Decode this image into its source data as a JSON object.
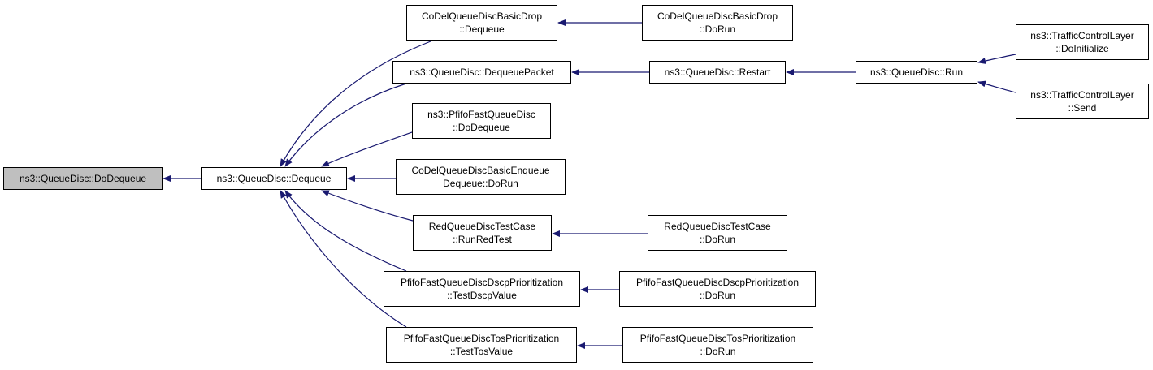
{
  "colors": {
    "edge": "#191970",
    "node_border": "#000000",
    "current_fill": "#bfbfbf"
  },
  "nodes": [
    {
      "id": "dodequeue",
      "lines": [
        "ns3::QueueDisc::DoDequeue"
      ]
    },
    {
      "id": "dequeue",
      "lines": [
        "ns3::QueueDisc::Dequeue"
      ]
    },
    {
      "id": "codel-drop-dequeue",
      "lines": [
        "CoDelQueueDiscBasicDrop",
        "::Dequeue"
      ]
    },
    {
      "id": "codel-drop-dorun",
      "lines": [
        "CoDelQueueDiscBasicDrop",
        "::DoRun"
      ]
    },
    {
      "id": "dequeuepacket",
      "lines": [
        "ns3::QueueDisc::DequeuePacket"
      ]
    },
    {
      "id": "restart",
      "lines": [
        "ns3::QueueDisc::Restart"
      ]
    },
    {
      "id": "run",
      "lines": [
        "ns3::QueueDisc::Run"
      ]
    },
    {
      "id": "tcl-doinitialize",
      "lines": [
        "ns3::TrafficControlLayer",
        "::DoInitialize"
      ]
    },
    {
      "id": "tcl-send",
      "lines": [
        "ns3::TrafficControlLayer",
        "::Send"
      ]
    },
    {
      "id": "pfifo-dodequeue",
      "lines": [
        "ns3::PfifoFastQueueDisc",
        "::DoDequeue"
      ]
    },
    {
      "id": "codel-enqueue-dequeue-dorun",
      "lines": [
        "CoDelQueueDiscBasicEnqueue",
        "Dequeue::DoRun"
      ]
    },
    {
      "id": "red-runredtest",
      "lines": [
        "RedQueueDiscTestCase",
        "::RunRedTest"
      ]
    },
    {
      "id": "red-dorun",
      "lines": [
        "RedQueueDiscTestCase",
        "::DoRun"
      ]
    },
    {
      "id": "pfifo-dscp-testdscpvalue",
      "lines": [
        "PfifoFastQueueDiscDscpPrioritization",
        "::TestDscpValue"
      ]
    },
    {
      "id": "pfifo-dscp-dorun",
      "lines": [
        "PfifoFastQueueDiscDscpPrioritization",
        "::DoRun"
      ]
    },
    {
      "id": "pfifo-tos-testtosvalue",
      "lines": [
        "PfifoFastQueueDiscTosPrioritization",
        "::TestTosValue"
      ]
    },
    {
      "id": "pfifo-tos-dorun",
      "lines": [
        "PfifoFastQueueDiscTosPrioritization",
        "::DoRun"
      ]
    }
  ],
  "edges": [
    {
      "from": "dequeue",
      "to": "dodequeue"
    },
    {
      "from": "codel-drop-dequeue",
      "to": "dequeue"
    },
    {
      "from": "dequeuepacket",
      "to": "dequeue"
    },
    {
      "from": "pfifo-dodequeue",
      "to": "dequeue"
    },
    {
      "from": "codel-enqueue-dequeue-dorun",
      "to": "dequeue"
    },
    {
      "from": "red-runredtest",
      "to": "dequeue"
    },
    {
      "from": "pfifo-dscp-testdscpvalue",
      "to": "dequeue"
    },
    {
      "from": "pfifo-tos-testtosvalue",
      "to": "dequeue"
    },
    {
      "from": "codel-drop-dorun",
      "to": "codel-drop-dequeue"
    },
    {
      "from": "restart",
      "to": "dequeuepacket"
    },
    {
      "from": "run",
      "to": "restart"
    },
    {
      "from": "tcl-doinitialize",
      "to": "run"
    },
    {
      "from": "tcl-send",
      "to": "run"
    },
    {
      "from": "red-dorun",
      "to": "red-runredtest"
    },
    {
      "from": "pfifo-dscp-dorun",
      "to": "pfifo-dscp-testdscpvalue"
    },
    {
      "from": "pfifo-tos-dorun",
      "to": "pfifo-tos-testtosvalue"
    }
  ]
}
